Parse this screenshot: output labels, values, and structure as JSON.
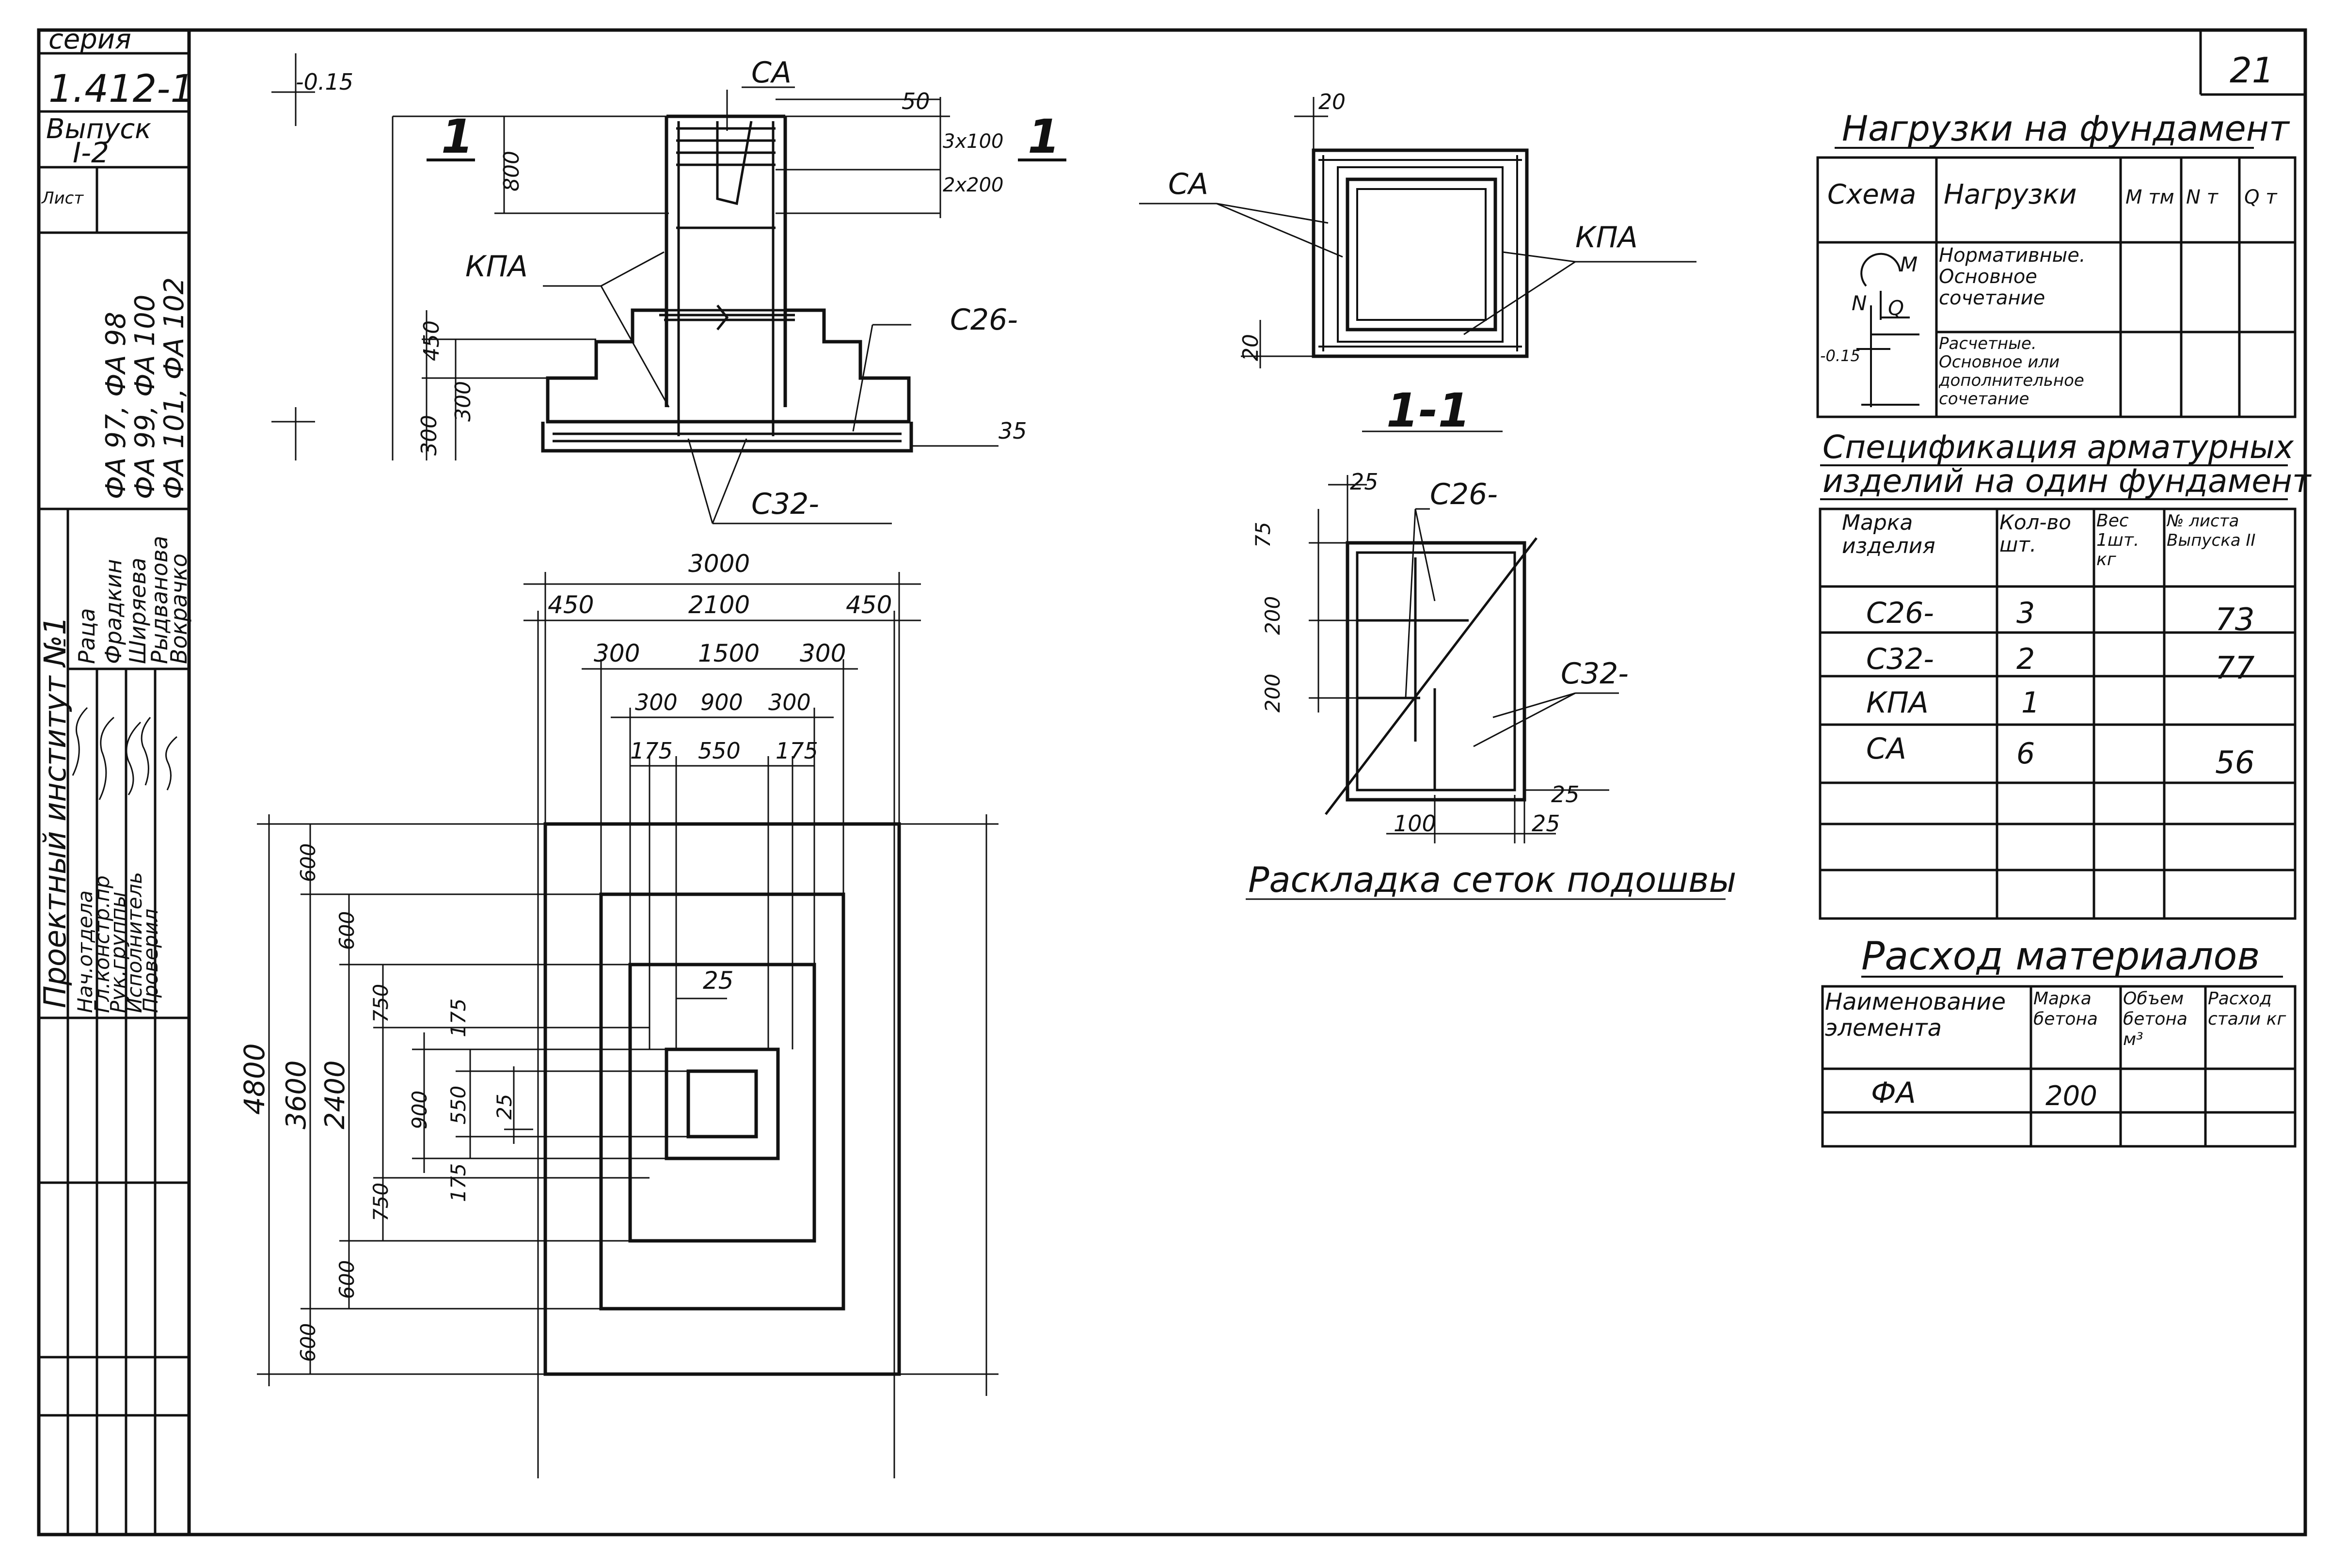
{
  "title_block": {
    "series_label": "серия",
    "series_code": "1.412-1",
    "issue_label": "Выпуск",
    "issue_number": "I-2",
    "sheet_label": "Лист",
    "marks_line1": "ФА 97, ФА 98",
    "marks_line2": "ФА 99, ФА 100",
    "marks_line3": "ФА 101, ФА 102",
    "institute": "Проектный институт №1",
    "roles": [
      "Нач.отдела",
      "Гл.констр.пр",
      "Рук.группы",
      "Исполнитель",
      "Проверил"
    ],
    "names": [
      "Раца",
      "Фрадкин",
      "Ширяева",
      "Рыдванова",
      "Вокрачко"
    ]
  },
  "sheet_number": "21",
  "drawing": {
    "elevation": {
      "level_label": "-0.15",
      "mark_ca": "СА",
      "mark_kpa": "КПА",
      "mark_c26": "С26-",
      "mark_c32": "С32-",
      "section_mark": "1",
      "dim_50": "50",
      "dim_3x100": "3x100",
      "dim_2x200": "2x200",
      "dim_800": "800",
      "dim_450": "450",
      "dim_300a": "300",
      "dim_300b": "300",
      "dim_35": "35"
    },
    "plan": {
      "dim_3000": "3000",
      "dim_450l": "450",
      "dim_2100": "2100",
      "dim_450r": "450",
      "dim_300l": "300",
      "dim_1500": "1500",
      "dim_300r": "300",
      "dim_300l2": "300",
      "dim_900": "900",
      "dim_300r2": "300",
      "dim_175l": "175",
      "dim_550": "550",
      "dim_175r": "175",
      "dim_25": "25",
      "dim_4800": "4800",
      "dim_3600": "3600",
      "dim_2400": "2400",
      "dim_600a": "600",
      "dim_600b": "600",
      "dim_600c": "600",
      "dim_600d": "600",
      "dim_750a": "750",
      "dim_750b": "750",
      "dim_900v": "900",
      "dim_175a": "175",
      "dim_175b": "175",
      "dim_550v": "550",
      "dim_25v": "25"
    },
    "column_section": {
      "dim_20a": "20",
      "dim_20b": "20",
      "mark_ca": "СА",
      "mark_kpa": "КПА",
      "section_title": "1-1"
    },
    "mesh_layout": {
      "mark_c26": "С26-",
      "mark_c32": "С32-",
      "dim_25a": "25",
      "dim_75": "75",
      "dim_200a": "200",
      "dim_200b": "200",
      "dim_100": "100",
      "dim_25b": "25",
      "dim_25c": "25",
      "caption": "Раскладка сеток подошвы"
    }
  },
  "loads": {
    "title": "Нагрузки на фундамент",
    "headers": [
      "Схема",
      "Нагрузки",
      "M тм",
      "N т",
      "Q т"
    ],
    "row1": "Нормативные. Основное сочетание",
    "row2": "Расчетные. Основное или дополнительное сочетание",
    "scheme_labels": [
      "M",
      "N",
      "Q",
      "-0.15"
    ]
  },
  "spec": {
    "title_line1": "Спецификация арматурных",
    "title_line2": "изделий на один фундамент",
    "headers": [
      "Марка изделия",
      "Кол-во шт.",
      "Вес 1шт. кг",
      "№ листа Выпуска II"
    ],
    "rows": [
      [
        "С26-",
        "3",
        "",
        "73"
      ],
      [
        "С32-",
        "2",
        "",
        "77"
      ],
      [
        "КПА",
        "1",
        "",
        ""
      ],
      [
        "СА",
        "6",
        "",
        "56"
      ]
    ]
  },
  "materials": {
    "title": "Расход материалов",
    "headers": [
      "Наименование элемента",
      "Марка бетона",
      "Объем бетона м³",
      "Расход стали кг"
    ],
    "rows": [
      [
        "ФА",
        "200",
        "",
        ""
      ]
    ]
  }
}
